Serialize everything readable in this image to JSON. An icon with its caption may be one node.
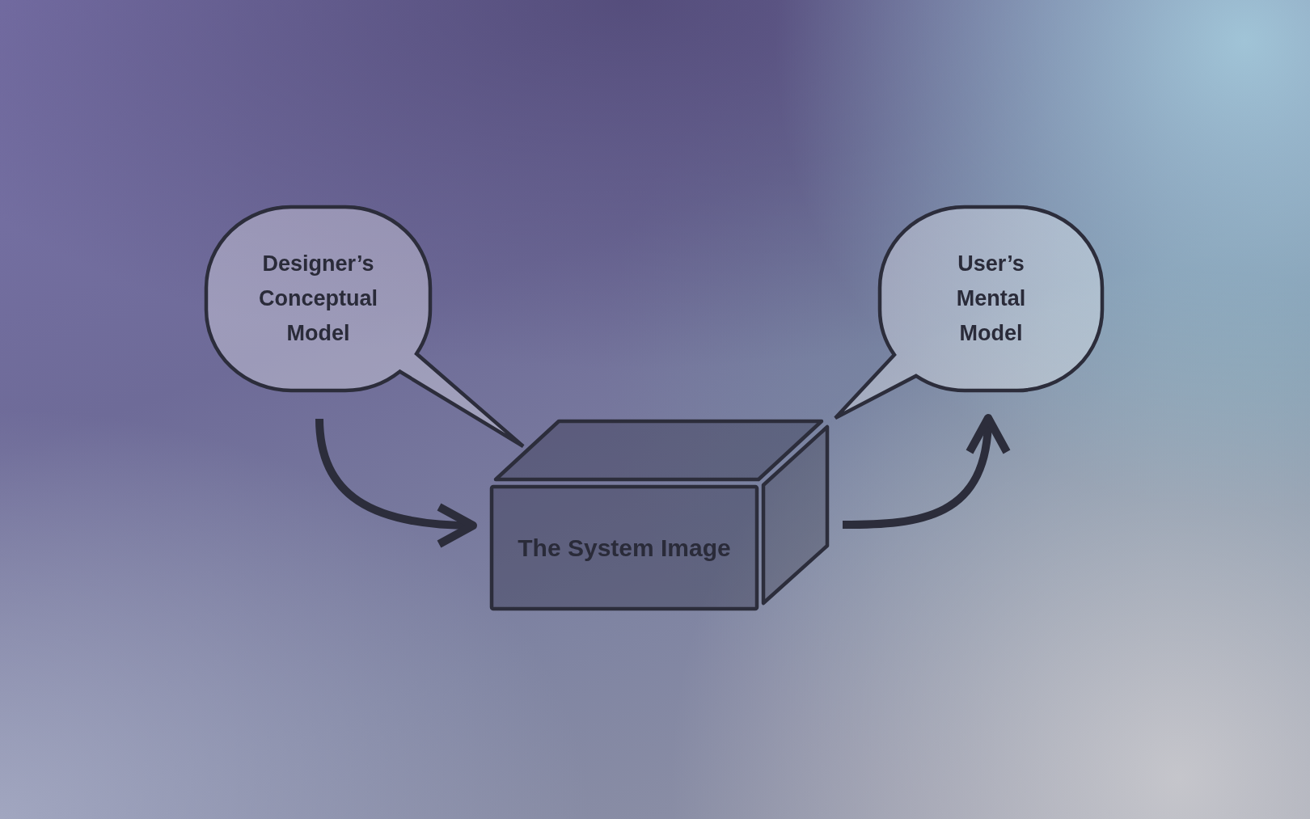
{
  "diagram": {
    "nodes": [
      {
        "text": [
          "Designer’s Conceptual Model"
        ]
      },
      {
        "text": [
          "User’s Mental Model"
        ]
      },
      {
        "text": [
          "The System Image"
        ]
      }
    ],
    "edges": [
      {
        "from": 0,
        "to": 2,
        "arrow": "to"
      },
      {
        "from": 2,
        "to": 1,
        "arrow": "to"
      }
    ]
  }
}
